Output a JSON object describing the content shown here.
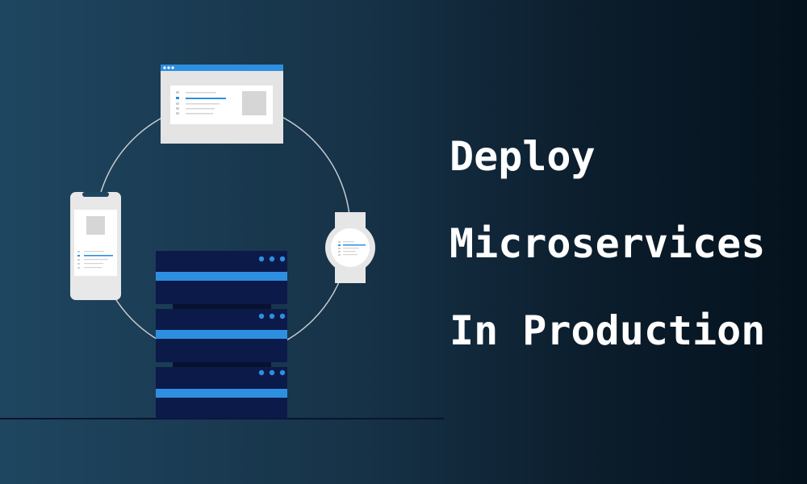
{
  "title": {
    "lines": [
      "Deploy",
      "Microservices",
      "In Production"
    ]
  },
  "illustration": {
    "elements": [
      "browser-window",
      "mobile-phone",
      "smartwatch",
      "server-rack"
    ],
    "server_units": 3,
    "colors": {
      "background_left": "#1f4660",
      "background_right": "#04121d",
      "server_body": "#0c1a4a",
      "accent_blue": "#2e8fe0",
      "device_frame": "#e6e6e6",
      "orbit_line": "#c8ccd0"
    }
  }
}
